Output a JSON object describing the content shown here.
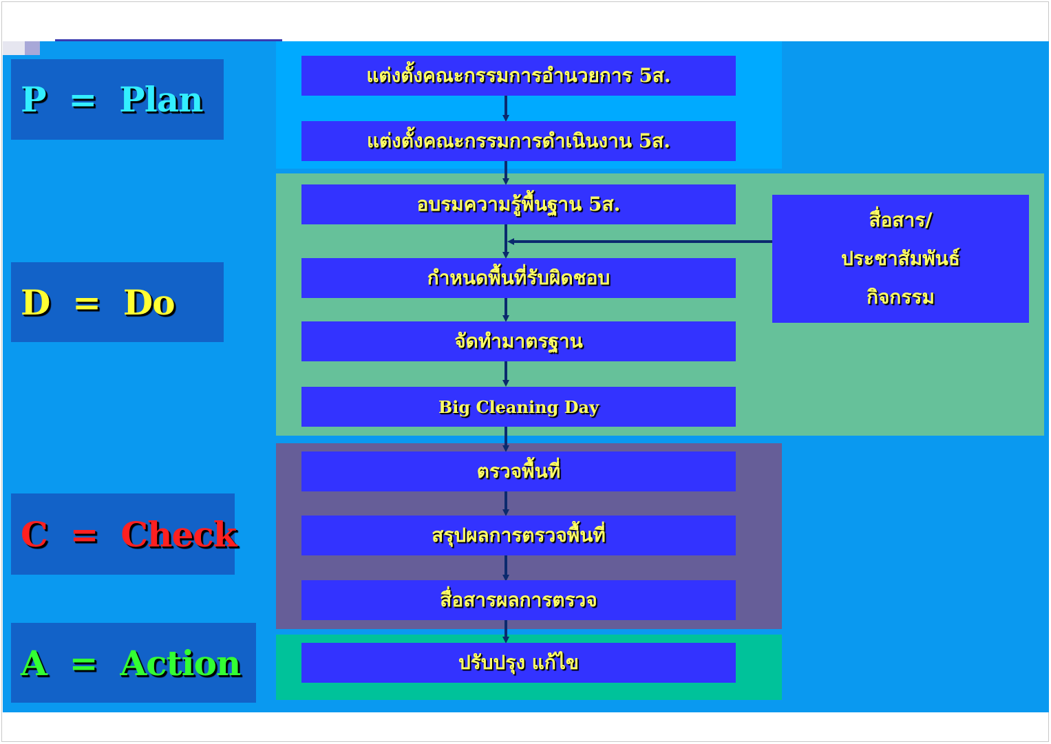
{
  "colors": {
    "background": "#0a99f0",
    "plan_zone": "#00aaff",
    "do_zone": "#66c19a",
    "check_zone": "#665e98",
    "action_zone": "#00c29a",
    "phase_box": "#1262c8",
    "step_box": "#3333ff",
    "step_text": "#ffff66",
    "arrow": "#0b2a6e",
    "plan_text": "#33eeff",
    "do_text": "#ffff33",
    "check_text": "#ff2020",
    "action_text": "#33ff33"
  },
  "phases": {
    "plan": "P  =  Plan",
    "do": "D  =  Do",
    "check": "C  =  Check",
    "action": "A  =  Action"
  },
  "steps": [
    "แต่งตั้งคณะกรรมการอำนวยการ 5ส.",
    "แต่งตั้งคณะกรรมการดำเนินงาน 5ส.",
    "อบรมความรู้พื้นฐาน 5ส.",
    "กำหนดพื้นที่รับผิดชอบ",
    "จัดทำมาตรฐาน",
    "Big Cleaning Day",
    "ตรวจพื้นที่",
    "สรุปผลการตรวจพื้นที่",
    "สื่อสารผลการตรวจ",
    "ปรับปรุง แก้ไข"
  ],
  "side_box": {
    "line1": "สื่อสาร/",
    "line2": "ประชาสัมพันธ์",
    "line3": "กิจกรรม"
  }
}
